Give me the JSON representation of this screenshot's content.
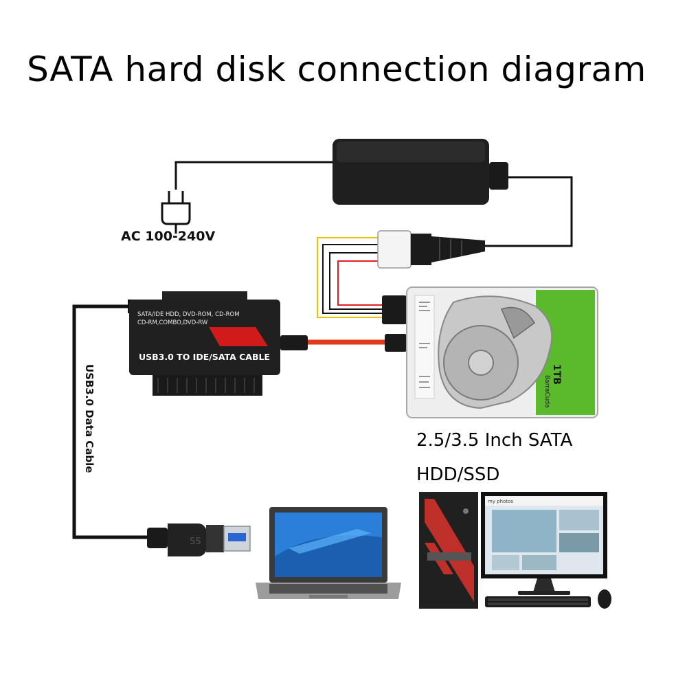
{
  "title": "SATA hard disk connection diagram",
  "ac_label": "AC 100-240V",
  "usb_cable_label": "USB3.0 Data Cable",
  "adapter": {
    "line1": "SATA/IDE HDD, DVD-ROM, CD-ROM",
    "line2": "CD-RM,COMBO,DVD-RW",
    "name": "USB3.0 TO IDE/SATA CABLE"
  },
  "hdd": {
    "label_line1": "2.5/3.5 Inch SATA",
    "label_line2": "HDD/SSD",
    "capacity": "1TB",
    "brand": "BarraCuda"
  },
  "usb_plug_text": "SS",
  "monitor_title": "my photos"
}
